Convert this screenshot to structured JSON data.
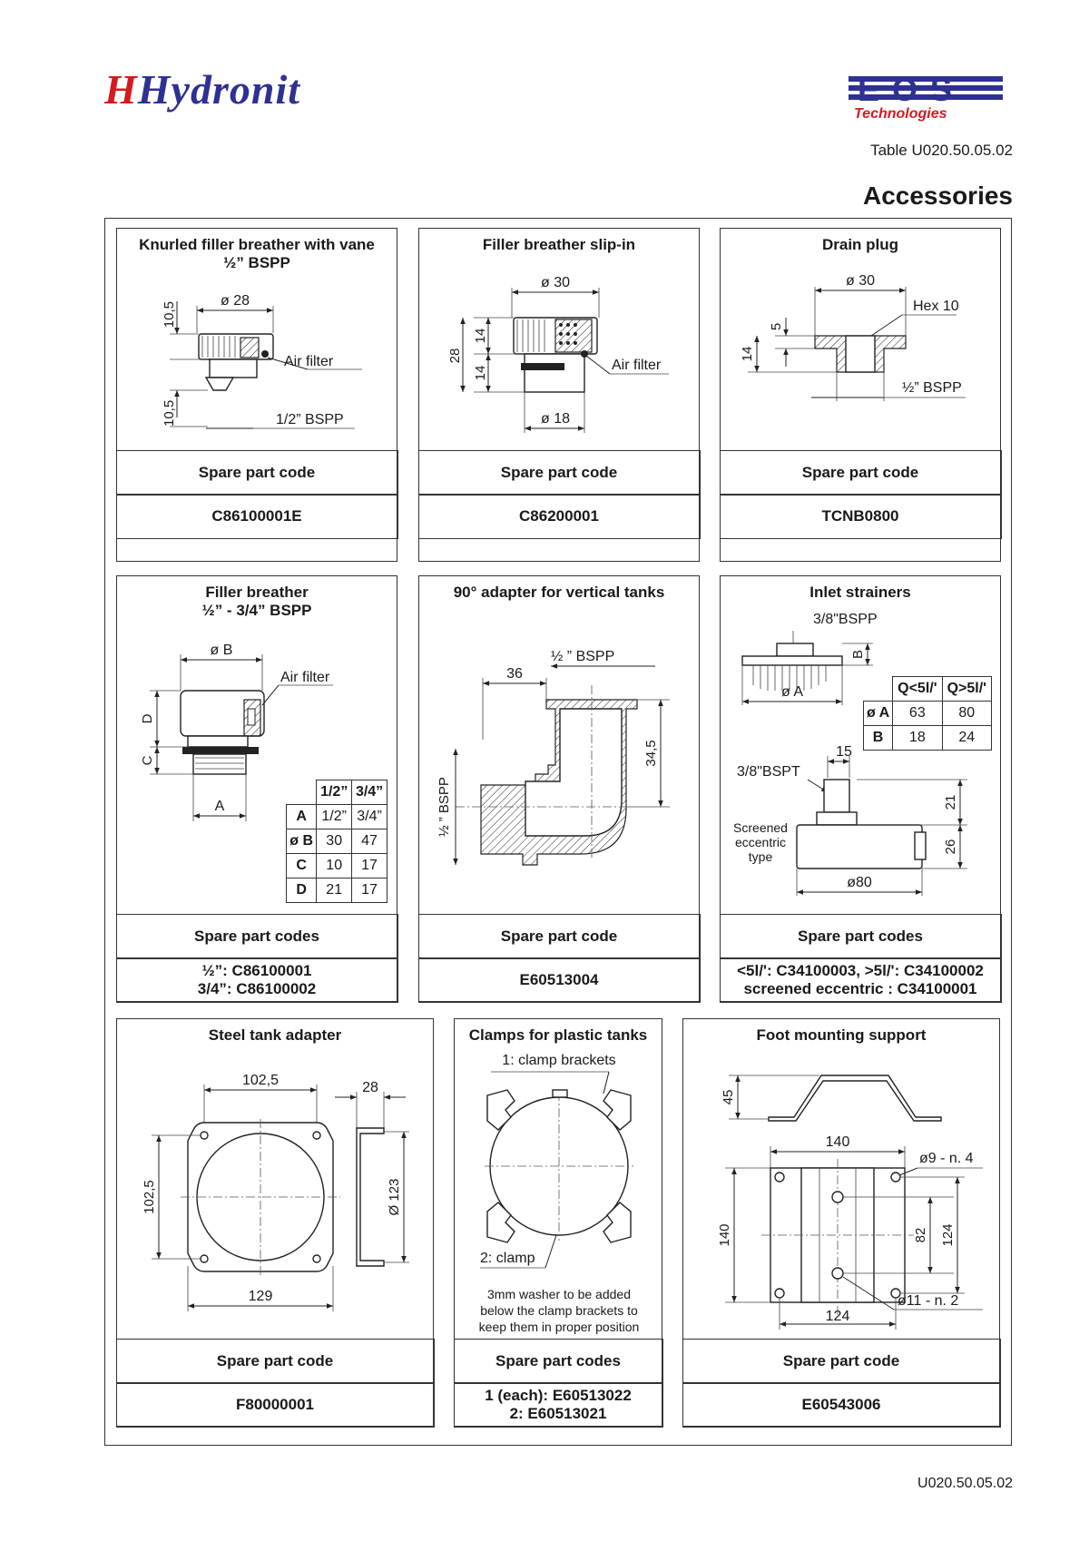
{
  "header": {
    "brand_left": "Hydronit",
    "brand_right_main": "EOS",
    "brand_right_sub": "Technologies",
    "table_id": "Table U020.50.05.02",
    "title": "Accessories"
  },
  "common": {
    "spare_part_code": "Spare part code",
    "spare_part_codes": "Spare part codes"
  },
  "panels": {
    "knurled": {
      "title1": "Knurled filler breather with vane",
      "title2": "½” BSPP",
      "dims": {
        "d28": "ø 28",
        "h105a": "10,5",
        "h105b": "10,5",
        "bspp": "1/2” BSPP",
        "filter": "Air filter"
      },
      "code": "C86100001E"
    },
    "slipin": {
      "title1": "Filler breather slip-in",
      "dims": {
        "d30": "ø 30",
        "d18": "ø 18",
        "h28": "28",
        "h14a": "14",
        "h14b": "14",
        "filter": "Air filter"
      },
      "code": "C86200001"
    },
    "drain": {
      "title1": "Drain plug",
      "dims": {
        "d30": "ø 30",
        "hex": "Hex 10",
        "h5": "5",
        "h14": "14",
        "bspp": "½” BSPP"
      },
      "code": "TCNB0800"
    },
    "filler": {
      "title1": "Filler breather",
      "title2": "½” - 3/4” BSPP",
      "dims": {
        "b": "ø B",
        "d": "D",
        "c": "C",
        "a": "A",
        "filter": "Air filter"
      },
      "table": {
        "headers": [
          "",
          "1/2”",
          "3/4”"
        ],
        "rows": [
          [
            "A",
            "1/2”",
            "3/4”"
          ],
          [
            "ø B",
            "30",
            "47"
          ],
          [
            "C",
            "10",
            "17"
          ],
          [
            "D",
            "21",
            "17"
          ]
        ]
      },
      "code_line1": "½”: C86100001",
      "code_line2": "3/4”: C86100002"
    },
    "adapter90": {
      "title1": "90° adapter for vertical tanks",
      "dims": {
        "bspp_top": "½ ” BSPP",
        "w36": "36",
        "h345": "34,5",
        "bspp_side": "½ ” BSPP"
      },
      "code": "E60513004"
    },
    "strainers": {
      "title1": "Inlet strainers",
      "dims": {
        "bspp": "3/8\"BSPP",
        "a": "ø A",
        "b": "B",
        "bspt": "3/8\"BSPT",
        "w15": "15",
        "h21": "21",
        "h26": "26",
        "d80": "ø80"
      },
      "screened": [
        "Screened",
        "eccentric",
        "type"
      ],
      "table": {
        "headers": [
          "",
          "Q<5l/'",
          "Q>5l/'"
        ],
        "rows": [
          [
            "ø A",
            "63",
            "80"
          ],
          [
            "B",
            "18",
            "24"
          ]
        ]
      },
      "code_line1": "<5l/': C34100003, >5l/': C34100002",
      "code_line2": "screened eccentric : C34100001"
    },
    "steel": {
      "title1": "Steel tank adapter",
      "dims": {
        "w1025": "102,5",
        "h1025": "102,5",
        "w129": "129",
        "w28": "28",
        "d123": "Ø 123"
      },
      "code": "F80000001"
    },
    "clamps": {
      "title1": "Clamps for plastic tanks",
      "dims": {
        "brackets": "1: clamp brackets",
        "clamp": "2: clamp"
      },
      "note": [
        "3mm washer to be added",
        "below the clamp brackets to",
        "keep them in proper position"
      ],
      "code_line1": "1 (each): E60513022",
      "code_line2": "2: E60513021"
    },
    "foot": {
      "title1": "Foot mounting support",
      "dims": {
        "h45": "45",
        "w140": "140",
        "h140": "140",
        "d9": "ø9 - n. 4",
        "h82": "82",
        "h124": "124",
        "d11": "ø11 - n. 2",
        "w124": "124"
      },
      "code": "E60543006"
    }
  },
  "footer": {
    "code": "U020.50.05.02"
  }
}
